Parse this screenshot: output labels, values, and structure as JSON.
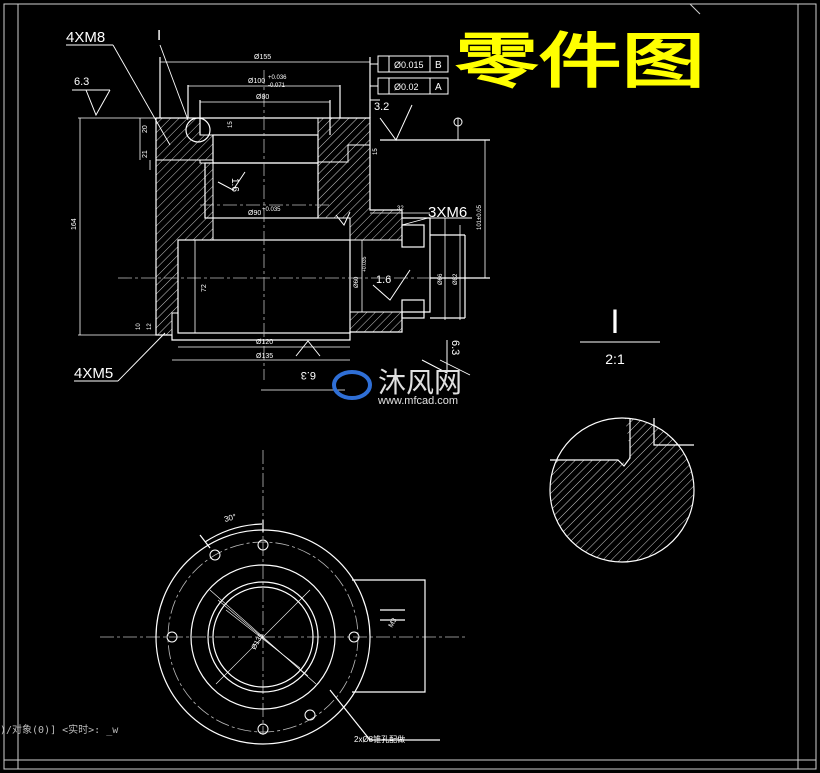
{
  "title": "零件图",
  "watermark": {
    "brand": "沐风网",
    "url": "www.mfcad.com"
  },
  "front_view": {
    "callouts": {
      "thread_top": "4XM8",
      "thread_bottom": "4XM5",
      "thread_side": "3XM6",
      "detail_marker": "I"
    },
    "roughness": {
      "top_left": "6.3",
      "top_right": "3.2",
      "side_right": "6.3",
      "bottom": "6.3",
      "bore_top": "1.6",
      "bore_mid": "1.6"
    },
    "tolerance_frames": [
      {
        "value": "Ø0.015",
        "datum": "B"
      },
      {
        "value": "Ø0.02",
        "datum": "A"
      }
    ],
    "dims": {
      "d_top": "Ø155",
      "d_100": "Ø100",
      "tol_upper": "+0.036",
      "tol_lower": "-0.071",
      "d_80": "Ø80",
      "d_90": "Ø90",
      "tol_90": "+0.035",
      "d_120": "Ø120",
      "d_bottom": "Ø135",
      "h_total": "164",
      "h_72": "72",
      "h_20": "20",
      "h_21": "21",
      "h_15": "15",
      "h_15b": "15",
      "h_12": "12",
      "h_10": "10",
      "h_right": "101±0.05",
      "w_32": "32",
      "d_66": "Ø66",
      "d_82": "Ø82",
      "d_60": "Ø60",
      "tol_60": "+0.035"
    }
  },
  "detail_view": {
    "label": "I",
    "scale": "2:1"
  },
  "top_view": {
    "angle": "30°",
    "hole_note": "2xØ8锥孔配做",
    "thread": "M3",
    "center_dim": "Ø135"
  },
  "command_line": ")/对象(0)] <实时>: _w",
  "colors": {
    "background": "#000000",
    "lines": "#ffffff",
    "title": "#ffff00",
    "watermark": "#e0e0e0",
    "watermark_accent": "#2f6fd6"
  }
}
